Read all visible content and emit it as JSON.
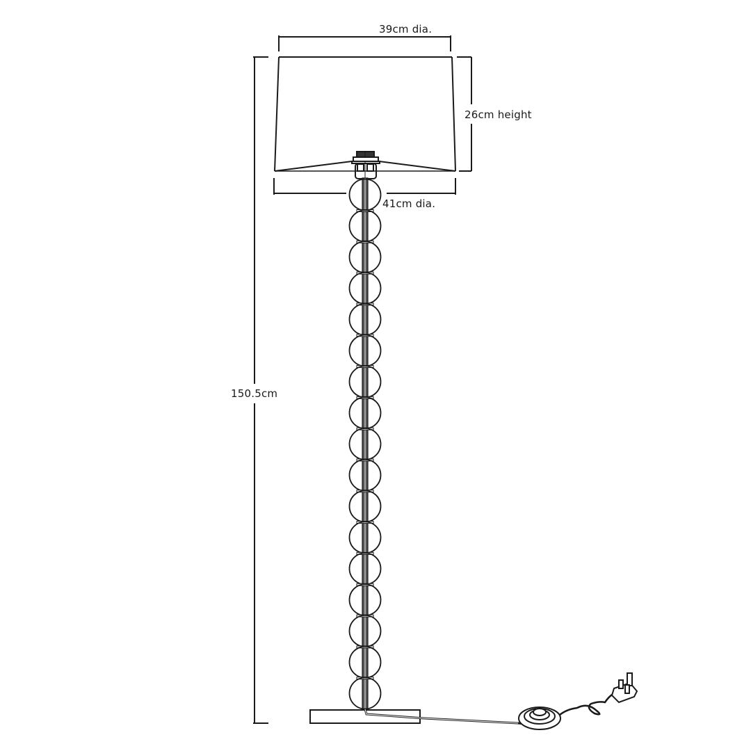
{
  "diagram": {
    "title": "Floor lamp dimension drawing",
    "colors": {
      "line": "#1a1a1a",
      "background": "#ffffff"
    },
    "dimensions": {
      "shade_top_diameter": "39cm dia.",
      "shade_height": "26cm height",
      "shade_bottom_diameter": "41cm dia.",
      "total_height": "150.5cm"
    },
    "components": {
      "shade": "drum-lampshade",
      "shade_holder": "lamp-holder",
      "stem_balls": 17,
      "base": "rectangular-base",
      "cable": "power-cable",
      "foot_switch": "foot-switch",
      "plug": "uk-3-pin-plug"
    }
  }
}
